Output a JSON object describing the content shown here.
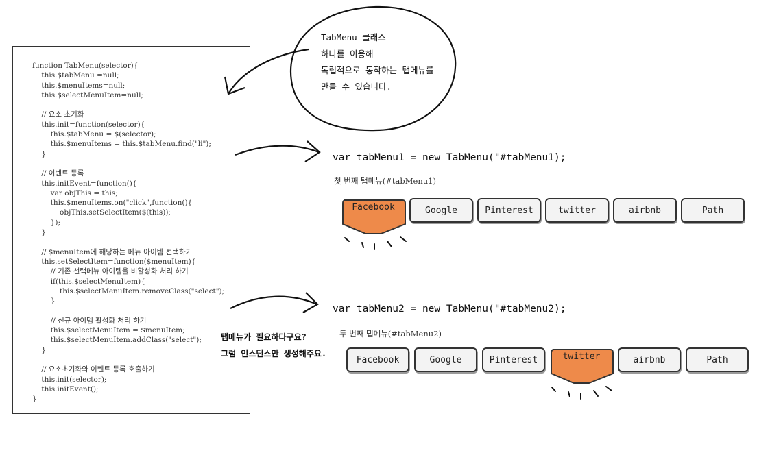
{
  "code_lines": [
    "function TabMenu(selector){",
    "    this.$tabMenu =null;",
    "    this.$menuItems=null;",
    "    this.$selectMenuItem=null;",
    "",
    "    // 요소 초기화",
    "    this.init=function(selector){",
    "        this.$tabMenu = $(selector);",
    "        this.$menuItems = this.$tabMenu.find(\"li\");",
    "    }",
    "",
    "    // 이벤트 등록",
    "    this.initEvent=function(){",
    "        var objThis = this;",
    "        this.$menuItems.on(\"click\",function(){",
    "            objThis.setSelectItem($(this));",
    "        });",
    "    }",
    "",
    "    // $menuItem에 해당하는 메뉴 아이템 선택하기",
    "    this.setSelectItem=function($menuItem){",
    "        // 기존 선택메뉴 아이템을 비활성화 처리 하기",
    "        if(this.$selectMenuItem){",
    "            this.$selectMenuItem.removeClass(\"select\");",
    "        }",
    "",
    "        // 신규 아이템 활성화 처리 하기",
    "        this.$selectMenuItem = $menuItem;",
    "        this.$selectMenuItem.addClass(\"select\");",
    "    }",
    "",
    "    // 요소초기화와 이벤트 등록 호출하기",
    "    this.init(selector);",
    "    this.initEvent();",
    "}"
  ],
  "bubble_lines": [
    "TabMenu 클래스",
    "하나를 이용해",
    "독립적으로 동작하는 탭메뉴를",
    "만들 수 있습니다."
  ],
  "example1": {
    "declaration": "var tabMenu1 = new TabMenu(\"#tabMenu1);",
    "label": "첫 번째 탭메뉴(#tabMenu1)",
    "tabs": [
      "Facebook",
      "Google",
      "Pinterest",
      "twitter",
      "airbnb",
      "Path"
    ],
    "selected_index": 0
  },
  "example2": {
    "declaration": "var tabMenu2 = new TabMenu(\"#tabMenu2);",
    "label": "두 번째 탭메뉴(#tabMenu2)",
    "tabs": [
      "Facebook",
      "Google",
      "Pinterest",
      "twitter",
      "airbnb",
      "Path"
    ],
    "selected_index": 3
  },
  "note_lines": [
    "탭메뉴가 필요하다구요?",
    "그럼 인스턴스만 생성해주요."
  ],
  "colors": {
    "selected_tab": "#ee8a4a",
    "tab_bg": "#f3f3f3",
    "outline": "#333333"
  }
}
